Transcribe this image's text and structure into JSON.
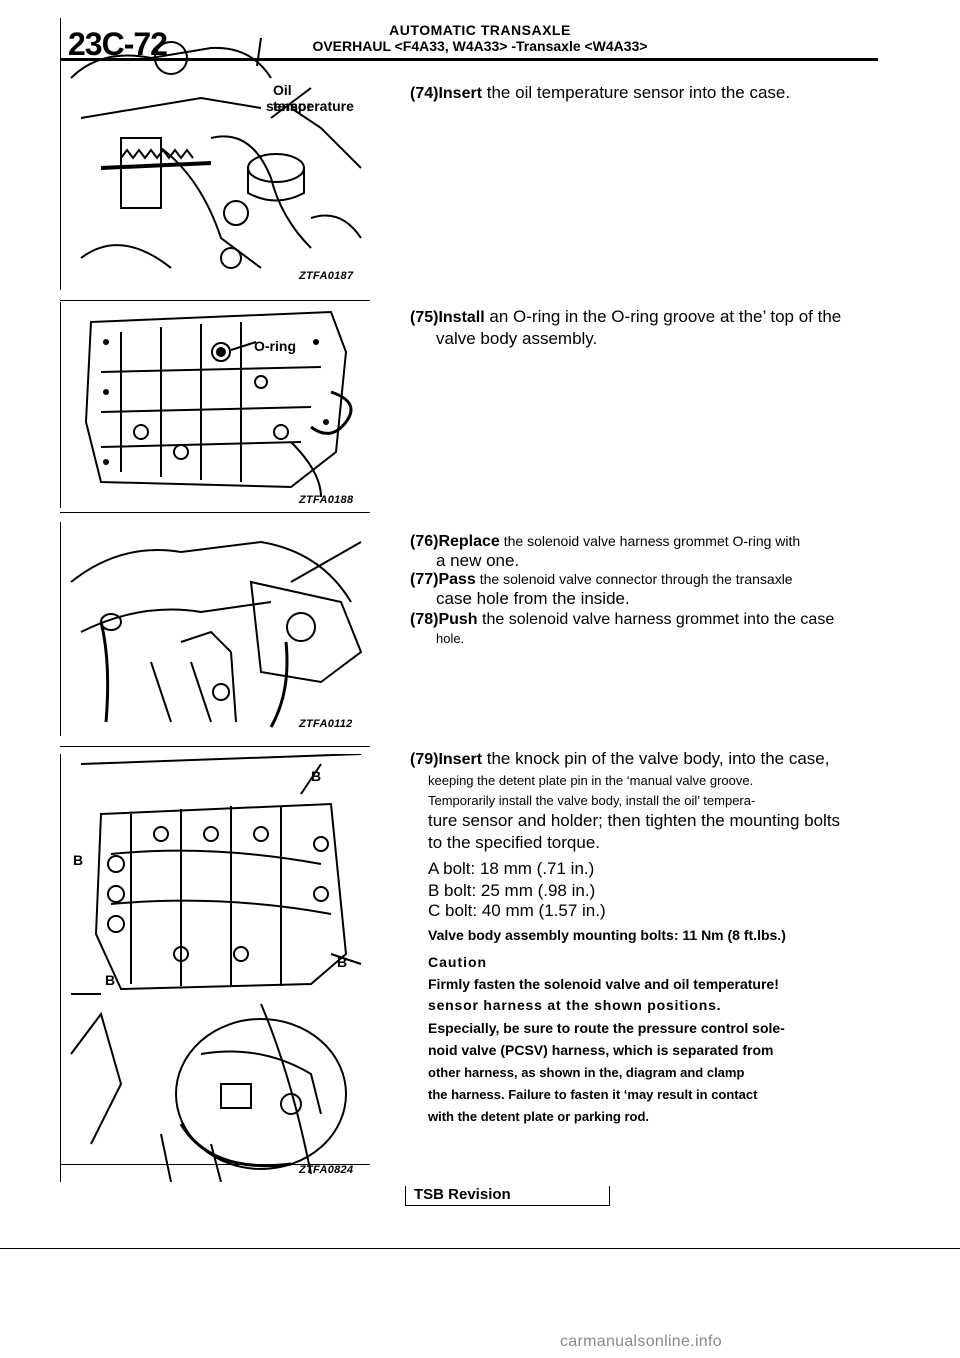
{
  "header": {
    "page_number": "23C-72",
    "section": "AUTOMATIC TRANSAXLE",
    "subsection": "OVERHAUL <F4A33, W4A33> -Transaxle <W4A33>"
  },
  "figures": [
    {
      "code": "ZTFA0187",
      "labels": [
        "Oil temperature",
        "sensor"
      ]
    },
    {
      "code": "ZTFA0188",
      "labels": [
        "O-ring"
      ]
    },
    {
      "code": "ZTFA0112",
      "labels": []
    },
    {
      "code": "ZTFA0824",
      "labels": [
        "B",
        "B",
        "B",
        "B"
      ]
    }
  ],
  "steps": {
    "s74": {
      "lead": "(74)Insert",
      "text": " the oil temperature sensor into the case."
    },
    "s75": {
      "lead": "(75)Install",
      "text": " an O-ring in the O-ring groove at the’ top of the",
      "line2": "valve body assembly."
    },
    "s76": {
      "lead": "(76)Replace",
      "text": " the solenoid valve harness grommet O-ring with",
      "line2": "a new one."
    },
    "s77": {
      "lead": "(77)Pass",
      "text": " the solenoid valve connector through the transaxle",
      "line2": "case hole from the inside."
    },
    "s78": {
      "lead": "(78)Push",
      "text": " the solenoid valve harness grommet into the case",
      "line2": "hole."
    },
    "s79": {
      "lead": "(79)Insert",
      "text": " the knock pin of the valve body, into the case,",
      "line2": "keeping the detent plate pin in the ‘manual valve groove.",
      "line3": "Temporarily install the valve body, install the oil’ tempera-",
      "line4": "ture sensor and holder; then tighten the mounting bolts",
      "line5": "to the specified torque.",
      "bolt_a": "A bolt: 18 mm (.71 in.)",
      "bolt_b": "B bolt: 25 mm (.98 in.)",
      "bolt_c": "C bolt: 40 mm (1.57 in.)",
      "spec": "Valve body assembly mounting bolts: 11 Nm (8 ft.lbs.)"
    }
  },
  "caution": {
    "title": "Caution",
    "lines": [
      "Firmly fasten the solenoid valve and oil temperature!",
      "sensor harness at the shown positions.",
      "Especially, be sure to route the pressure control sole-",
      "noid valve (PCSV) harness, which is separated from",
      "other harness, as shown in the, diagram and clamp",
      "the harness. Failure to fasten it ‘may result in contact",
      "with the detent plate or parking rod."
    ]
  },
  "footer": {
    "tsb": "TSB Revision",
    "watermark": "carmanualsonline.info"
  }
}
